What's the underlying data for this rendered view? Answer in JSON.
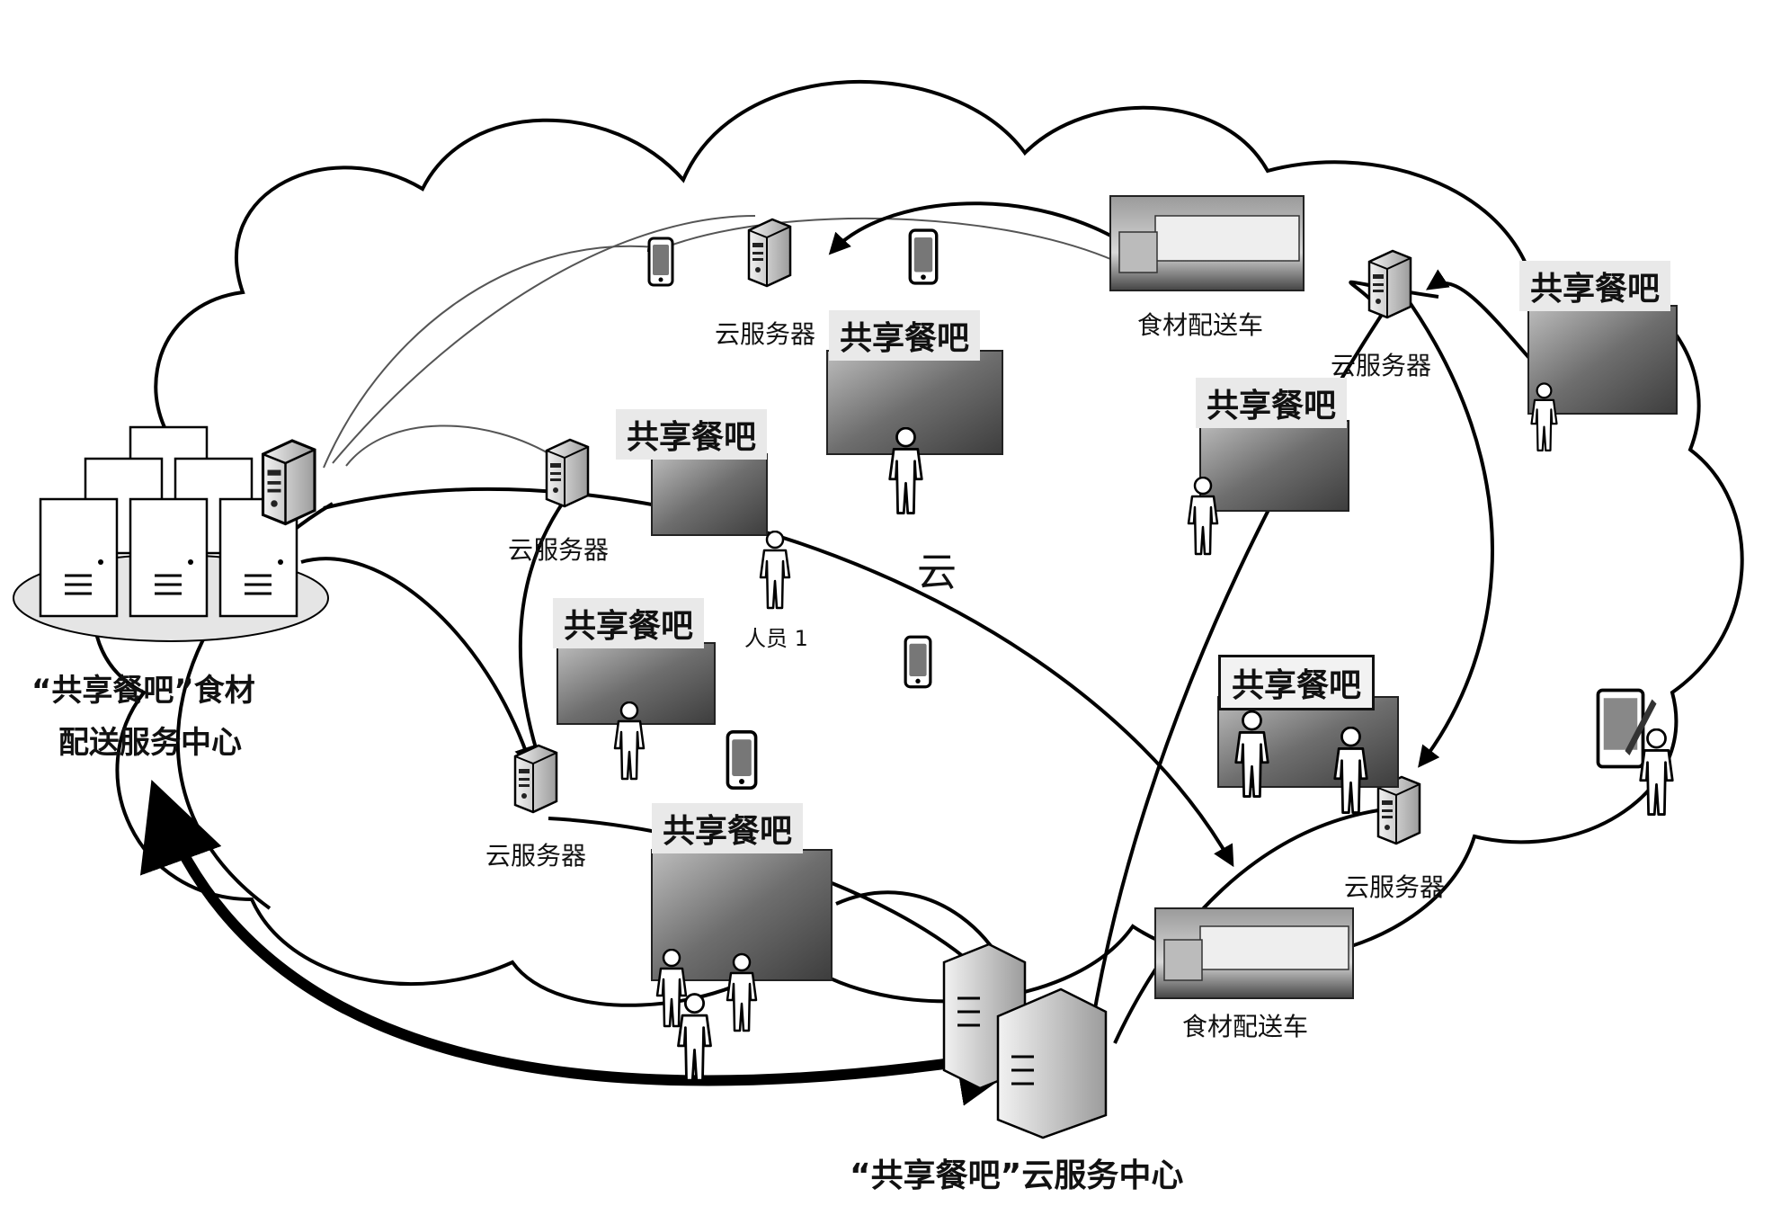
{
  "labels": {
    "cloud_center": "云",
    "food_center_line1": "“共享餐吧”食材",
    "food_center_line2": "配送服务中心",
    "cloud_service_center": "“共享餐吧”云服务中心",
    "person_1": "人员 1"
  },
  "restaurants": [
    {
      "label": "共享餐吧"
    },
    {
      "label": "共享餐吧"
    },
    {
      "label": "共享餐吧"
    },
    {
      "label": "共享餐吧"
    },
    {
      "label": "共享餐吧"
    },
    {
      "label": "共享餐吧"
    },
    {
      "label": "共享餐吧"
    }
  ],
  "servers": [
    {
      "label": "云服务器"
    },
    {
      "label": "云服务器"
    },
    {
      "label": "云服务器"
    },
    {
      "label": "云服务器"
    },
    {
      "label": "云服务器"
    }
  ],
  "trucks": [
    {
      "label": "食材配送车"
    },
    {
      "label": "食材配送车"
    }
  ],
  "icons": [
    "cloud-icon",
    "server-icon",
    "phone-icon",
    "tablet-icon",
    "person-icon",
    "truck-photo-icon",
    "restaurant-photo-icon",
    "server-cluster-icon"
  ]
}
